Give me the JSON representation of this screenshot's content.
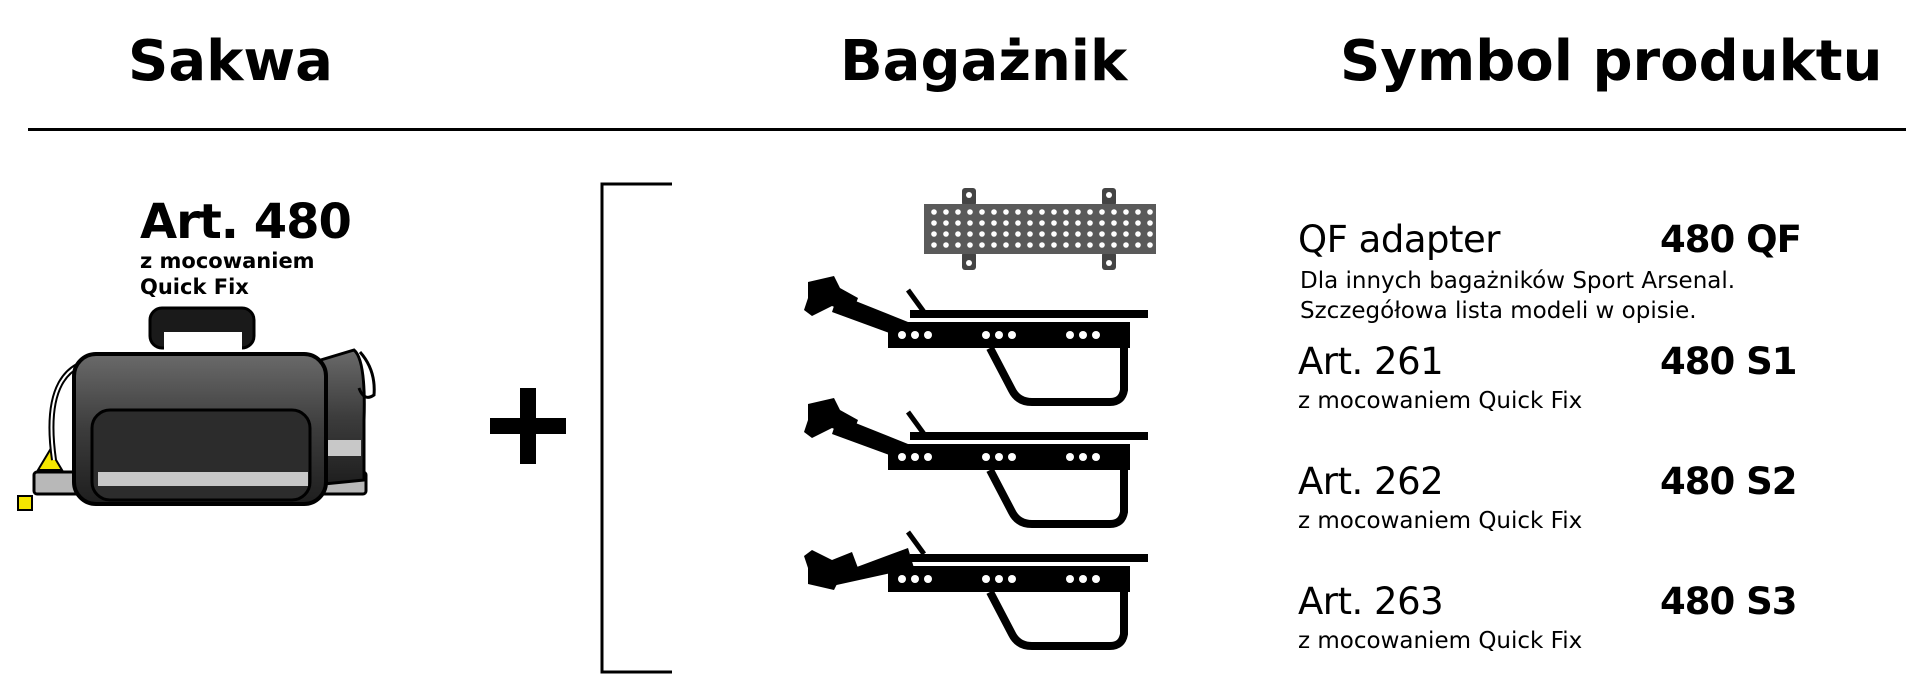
{
  "headers": {
    "bag": "Sakwa",
    "rack": "Bagażnik",
    "symbol": "Symbol produktu"
  },
  "bag_product": {
    "title": "Art. 480",
    "subtitle_line1": "z mocowaniem",
    "subtitle_line2": "Quick Fix"
  },
  "operator": "plus-icon",
  "products": [
    {
      "name": "QF adapter",
      "code": "480 QF",
      "description_line1": "Dla innych bagażników Sport Arsenal.",
      "description_line2": "Szczegółowa lista modeli w opisie.",
      "icon": "qf-adapter-plate-icon"
    },
    {
      "name": "Art. 261",
      "code": "480 S1",
      "description": "z mocowaniem Quick Fix",
      "icon": "bike-rack-icon"
    },
    {
      "name": "Art. 262",
      "code": "480 S2",
      "description": "z mocowaniem Quick Fix",
      "icon": "bike-rack-icon"
    },
    {
      "name": "Art. 263",
      "code": "480 S3",
      "description": "z mocowaniem Quick Fix",
      "icon": "bike-rack-icon"
    }
  ],
  "colors": {
    "ink": "#000000",
    "bag_body": "#3a3a3a",
    "bag_reflective": "#c8c8c8",
    "quickfix_accent": "#f5e600"
  }
}
